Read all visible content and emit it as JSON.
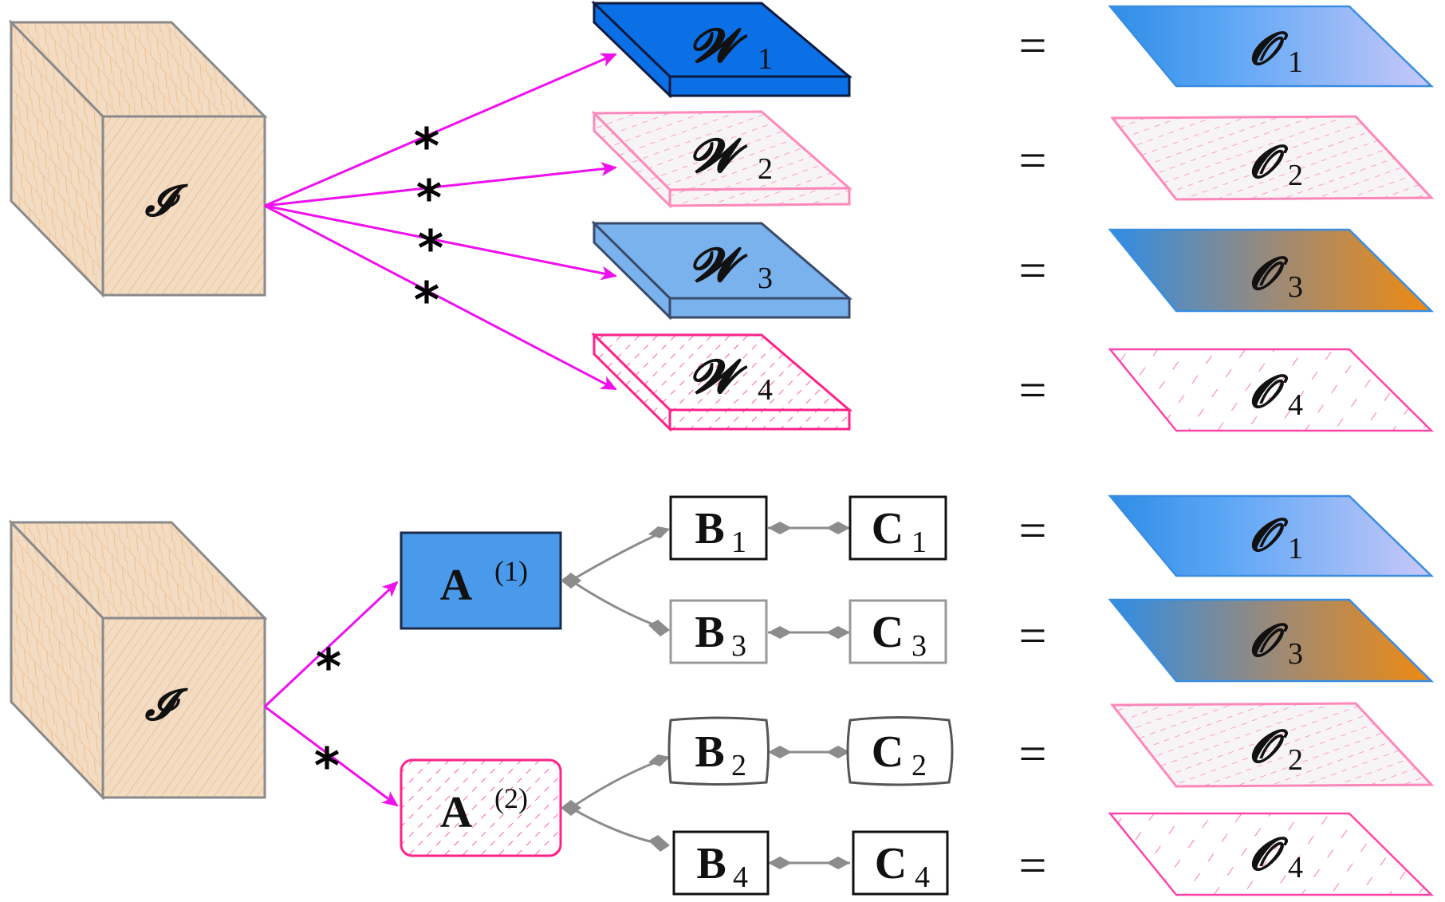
{
  "input_tensor": {
    "symbol": "𝓘"
  },
  "conv_symbol": "*",
  "equals_symbol": "=",
  "top": {
    "weights": [
      {
        "symbol": "𝓦",
        "index": "1"
      },
      {
        "symbol": "𝓦",
        "index": "2"
      },
      {
        "symbol": "𝓦",
        "index": "3"
      },
      {
        "symbol": "𝓦",
        "index": "4"
      }
    ],
    "outputs": [
      {
        "symbol": "𝓞",
        "index": "1"
      },
      {
        "symbol": "𝓞",
        "index": "2"
      },
      {
        "symbol": "𝓞",
        "index": "3"
      },
      {
        "symbol": "𝓞",
        "index": "4"
      }
    ]
  },
  "bottom": {
    "a_blocks": [
      {
        "symbol": "A",
        "superscript": "(1)"
      },
      {
        "symbol": "A",
        "superscript": "(2)"
      }
    ],
    "b_blocks": [
      {
        "symbol": "B",
        "index": "1"
      },
      {
        "symbol": "B",
        "index": "3"
      },
      {
        "symbol": "B",
        "index": "2"
      },
      {
        "symbol": "B",
        "index": "4"
      }
    ],
    "c_blocks": [
      {
        "symbol": "C",
        "index": "1"
      },
      {
        "symbol": "C",
        "index": "3"
      },
      {
        "symbol": "C",
        "index": "2"
      },
      {
        "symbol": "C",
        "index": "4"
      }
    ],
    "outputs": [
      {
        "symbol": "𝓞",
        "index": "1"
      },
      {
        "symbol": "𝓞",
        "index": "3"
      },
      {
        "symbol": "𝓞",
        "index": "2"
      },
      {
        "symbol": "𝓞",
        "index": "4"
      }
    ]
  },
  "colors": {
    "arrow": "#ee11ee",
    "blue_dark": "#0b6fe6",
    "blue_mid": "#5aa6f0",
    "blue_light": "#8fb9ec",
    "pink": "#ff3399",
    "pink_light": "#ff88bb",
    "orange": "#f08a1a",
    "cube_fill": "#f6dcc0",
    "cube_stroke": "#8a8a8a",
    "lavender": "#c8c8f8"
  }
}
